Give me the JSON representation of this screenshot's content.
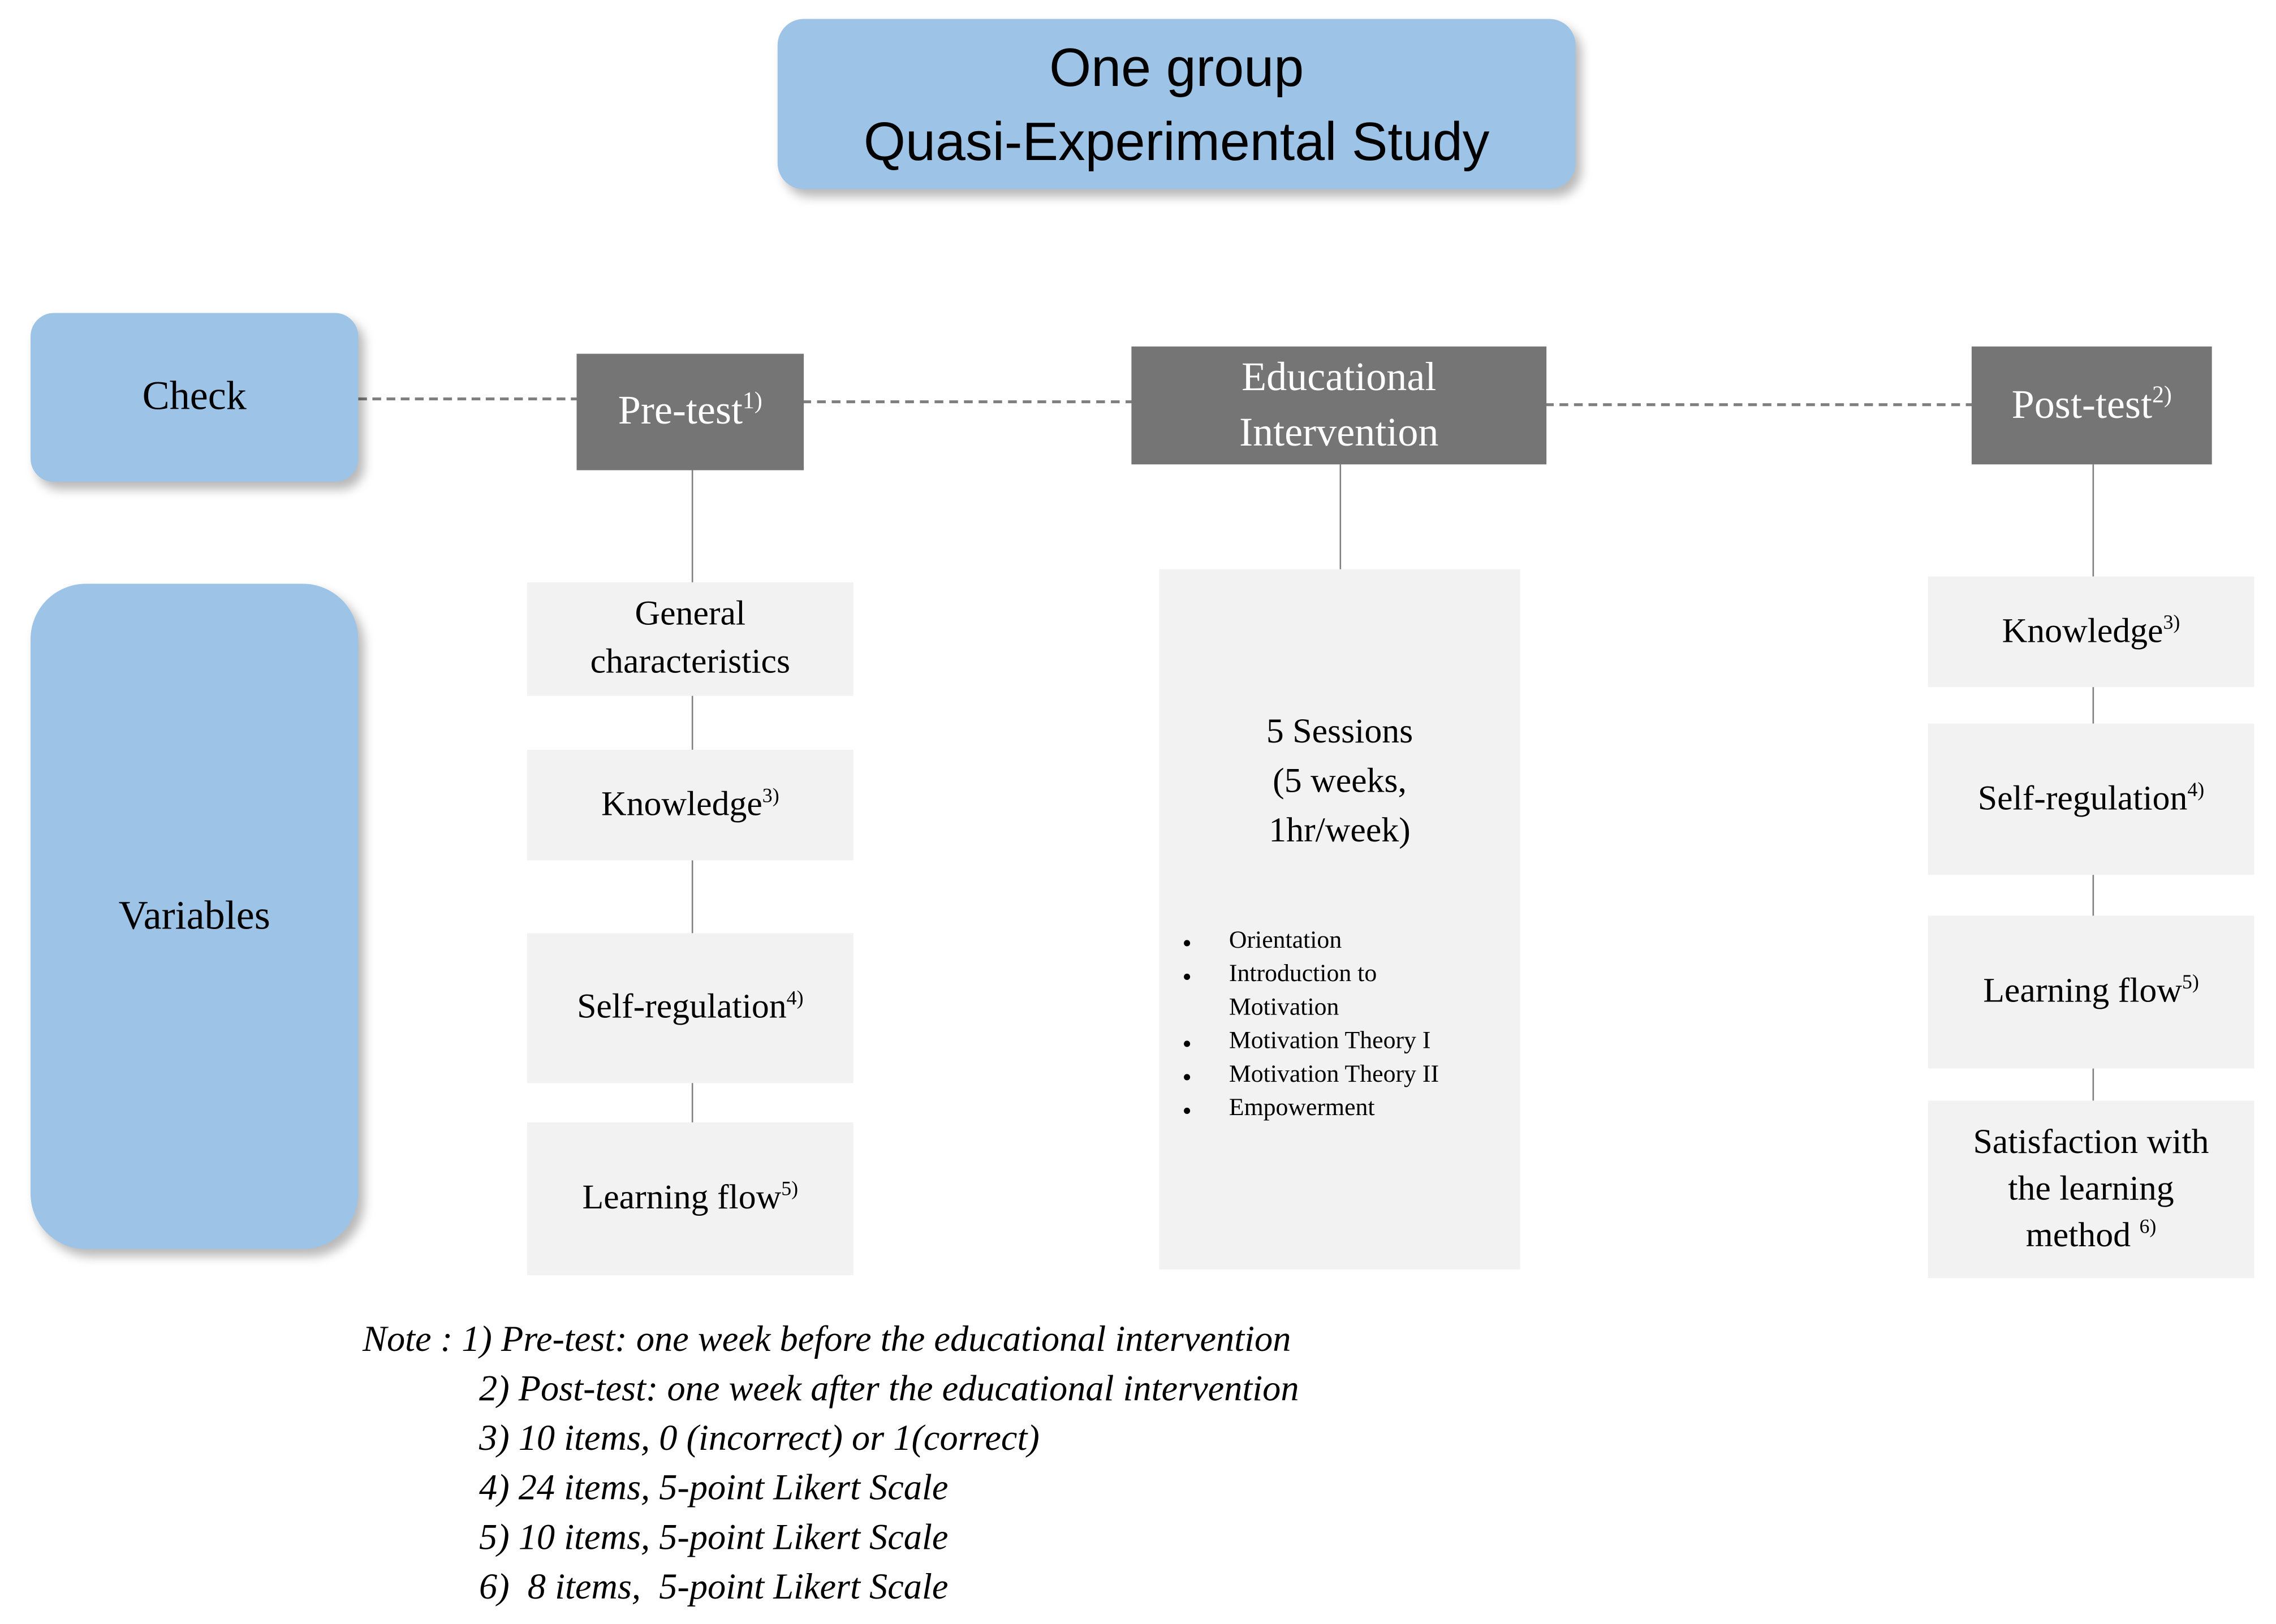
{
  "title": {
    "line1": "One group",
    "line2": "Quasi-Experimental Study"
  },
  "rows": {
    "check": "Check",
    "variables": "Variables"
  },
  "stages": {
    "pretest": {
      "label": "Pre-test",
      "sup": "1)"
    },
    "intervention": {
      "line1": "Educational",
      "line2": "Intervention"
    },
    "posttest": {
      "label": "Post-test",
      "sup": "2)"
    }
  },
  "pre_variables": {
    "general": {
      "line1": "General",
      "line2": "characteristics"
    },
    "knowledge": {
      "label": "Knowledge",
      "sup": "3)"
    },
    "self_regulation": {
      "label": "Self-regulation",
      "sup": "4)"
    },
    "learning_flow": {
      "label": "Learning flow",
      "sup": "5)"
    }
  },
  "intervention_detail": {
    "line1": "5 Sessions",
    "line2": "(5 weeks,",
    "line3": "1hr/week)",
    "topics": [
      "Orientation",
      "Introduction to Motivation",
      "Motivation Theory I",
      "Motivation Theory II",
      "Empowerment"
    ]
  },
  "post_variables": {
    "knowledge": {
      "label": "Knowledge",
      "sup": "3)"
    },
    "self_regulation": {
      "label": "Self-regulation",
      "sup": "4)"
    },
    "learning_flow": {
      "label": "Learning flow",
      "sup": "5)"
    },
    "satisfaction": {
      "line1": "Satisfaction with",
      "line2": "the learning",
      "line3": "method",
      "sup": "6)"
    }
  },
  "notes": {
    "prefix": "Note : ",
    "items": [
      "1) Pre-test: one week before the educational intervention",
      "2) Post-test: one week after the educational intervention",
      "3) 10 items, 0 (incorrect) or 1(correct)",
      "4) 24 items, 5-point Likert Scale",
      "5) 10 items, 5-point Likert Scale",
      "6)  8 items,  5-point Likert Scale"
    ]
  },
  "colors": {
    "blue_box": "#9dc3e6",
    "dark_box": "#757575",
    "light_box": "#f2f2f2",
    "connector": "#7f7f7f"
  }
}
